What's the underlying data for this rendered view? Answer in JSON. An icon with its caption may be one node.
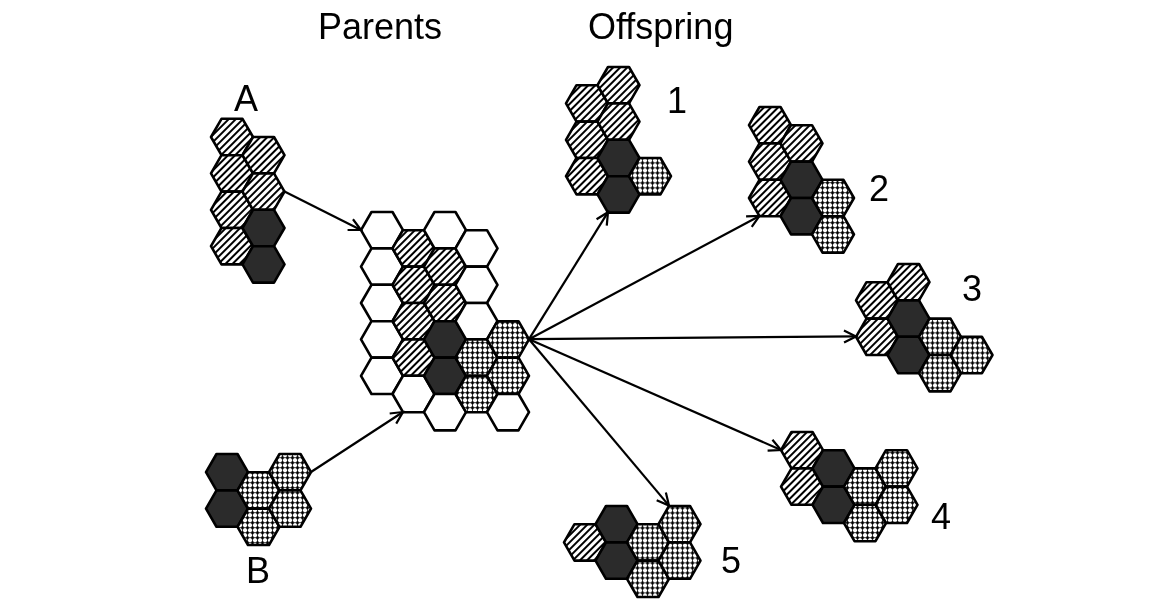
{
  "diagram": {
    "nodes": [
      {
        "text": [
          "A"
        ]
      },
      {
        "text": [
          "B"
        ]
      },
      {
        "text": [],
        "shape": "picture"
      },
      {
        "text": [
          "1"
        ]
      },
      {
        "text": [
          "2"
        ]
      },
      {
        "text": [
          "3"
        ]
      },
      {
        "text": [
          "4"
        ]
      },
      {
        "text": [
          "5"
        ]
      }
    ],
    "edges": [
      {
        "from": 0,
        "to": 2,
        "arrow": "to"
      },
      {
        "from": 1,
        "to": 2,
        "arrow": "to"
      },
      {
        "from": 2,
        "to": 3,
        "arrow": "to"
      },
      {
        "from": 2,
        "to": 4,
        "arrow": "to"
      },
      {
        "from": 2,
        "to": 5,
        "arrow": "to"
      },
      {
        "from": 2,
        "to": 6,
        "arrow": "to"
      },
      {
        "from": 2,
        "to": 7,
        "arrow": "to"
      }
    ],
    "labels": [
      "Parents",
      "Offspring"
    ]
  }
}
